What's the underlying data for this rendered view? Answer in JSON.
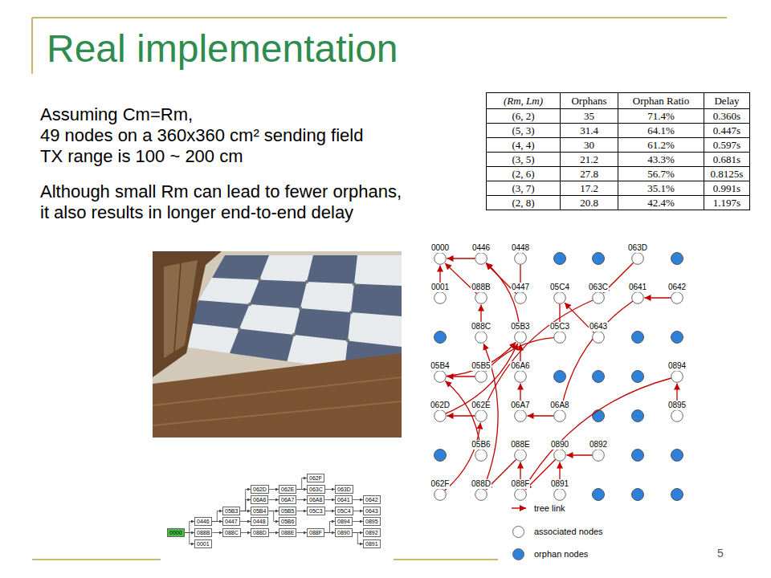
{
  "diagram": {
    "title": "Real implementation",
    "nodes": [
      {
        "text": [
          "0000"
        ]
      },
      {
        "text": [
          "0446"
        ]
      },
      {
        "text": [
          "0448"
        ]
      },
      {
        "text": [
          "063D"
        ]
      },
      {
        "text": [
          "0001"
        ]
      },
      {
        "text": [
          "088B"
        ]
      },
      {
        "text": [
          "0447"
        ]
      },
      {
        "text": [
          "05C4"
        ]
      },
      {
        "text": [
          "063C"
        ]
      },
      {
        "text": [
          "0641"
        ]
      },
      {
        "text": [
          "0642"
        ]
      },
      {
        "text": [
          "088C"
        ]
      },
      {
        "text": [
          "05B3"
        ]
      },
      {
        "text": [
          "05C3"
        ]
      },
      {
        "text": [
          "0643"
        ]
      },
      {
        "text": [
          "05B4"
        ]
      },
      {
        "text": [
          "05B5"
        ]
      },
      {
        "text": [
          "06A6"
        ]
      },
      {
        "text": [
          "0894"
        ]
      },
      {
        "text": [
          "062D"
        ]
      },
      {
        "text": [
          "062E"
        ]
      },
      {
        "text": [
          "06A7"
        ]
      },
      {
        "text": [
          "06A8"
        ]
      },
      {
        "text": [
          "0895"
        ]
      },
      {
        "text": [
          "05B6"
        ]
      },
      {
        "text": [
          "088E"
        ]
      },
      {
        "text": [
          "0890"
        ]
      },
      {
        "text": [
          "0892"
        ]
      },
      {
        "text": [
          "062F"
        ]
      },
      {
        "text": [
          "088D"
        ]
      },
      {
        "text": [
          "088F"
        ]
      },
      {
        "text": [
          "0891"
        ]
      },
      {
        "text": [
          "062F"
        ]
      },
      {
        "text": [
          "062D"
        ]
      },
      {
        "text": [
          "062E"
        ]
      },
      {
        "text": [
          "063C"
        ]
      },
      {
        "text": [
          "063D"
        ]
      },
      {
        "text": [
          "06A6"
        ]
      },
      {
        "text": [
          "06A7"
        ]
      },
      {
        "text": [
          "06A8"
        ]
      },
      {
        "text": [
          "0641"
        ]
      },
      {
        "text": [
          "0642"
        ]
      },
      {
        "text": [
          "05B3"
        ]
      },
      {
        "text": [
          "05B4"
        ]
      },
      {
        "text": [
          "05B5"
        ]
      },
      {
        "text": [
          "05C3"
        ]
      },
      {
        "text": [
          "05C4"
        ]
      },
      {
        "text": [
          "0643"
        ]
      },
      {
        "text": [
          "0446"
        ]
      },
      {
        "text": [
          "0447"
        ]
      },
      {
        "text": [
          "0448"
        ]
      },
      {
        "text": [
          "05B6"
        ]
      },
      {
        "text": [
          "0894"
        ]
      },
      {
        "text": [
          "0895"
        ]
      },
      {
        "text": [
          "0000"
        ]
      },
      {
        "text": [
          "088B"
        ]
      },
      {
        "text": [
          "088C"
        ]
      },
      {
        "text": [
          "088D"
        ]
      },
      {
        "text": [
          "088E"
        ]
      },
      {
        "text": [
          "088F"
        ]
      },
      {
        "text": [
          "0890"
        ]
      },
      {
        "text": [
          "0892"
        ]
      },
      {
        "text": [
          "0001"
        ]
      },
      {
        "text": [
          "0891"
        ]
      }
    ],
    "edges": [
      {
        "from": 1,
        "to": 0,
        "arrow": "to"
      },
      {
        "from": 5,
        "to": 0,
        "arrow": "to"
      },
      {
        "from": 4,
        "to": 0,
        "arrow": "to"
      },
      {
        "from": 12,
        "to": 1,
        "arrow": "to"
      },
      {
        "from": 6,
        "to": 1,
        "arrow": "to"
      },
      {
        "from": 19,
        "to": 12,
        "arrow": "to"
      },
      {
        "from": 17,
        "to": 12,
        "arrow": "to"
      },
      {
        "from": 15,
        "to": 12,
        "arrow": "to"
      },
      {
        "from": 2,
        "to": 6,
        "arrow": "to"
      },
      {
        "from": 11,
        "to": 5,
        "arrow": "to"
      },
      {
        "from": 29,
        "to": 11,
        "arrow": "to"
      },
      {
        "from": 25,
        "to": 29,
        "arrow": "to"
      },
      {
        "from": 30,
        "to": 25,
        "arrow": "to"
      },
      {
        "from": 26,
        "to": 30,
        "arrow": "to"
      },
      {
        "from": 27,
        "to": 26,
        "arrow": "to"
      },
      {
        "from": 31,
        "to": 26,
        "arrow": "to"
      },
      {
        "from": 20,
        "to": 19,
        "arrow": "to"
      },
      {
        "from": 8,
        "to": 20,
        "arrow": "to"
      },
      {
        "from": 3,
        "to": 8,
        "arrow": "to"
      },
      {
        "from": 28,
        "to": 20,
        "arrow": "to"
      },
      {
        "from": 21,
        "to": 17,
        "arrow": "to"
      },
      {
        "from": 22,
        "to": 21,
        "arrow": "to"
      },
      {
        "from": 9,
        "to": 22,
        "arrow": "to"
      },
      {
        "from": 10,
        "to": 9,
        "arrow": "to"
      },
      {
        "from": 16,
        "to": 15,
        "arrow": "to"
      },
      {
        "from": 13,
        "to": 16,
        "arrow": "to"
      },
      {
        "from": 7,
        "to": 13,
        "arrow": "to"
      },
      {
        "from": 14,
        "to": 7,
        "arrow": "to"
      },
      {
        "from": 24,
        "to": 15,
        "arrow": "to"
      },
      {
        "from": 18,
        "to": 30,
        "arrow": "to"
      },
      {
        "from": 23,
        "to": 18,
        "arrow": "to"
      },
      {
        "from": 54,
        "to": 48,
        "arrow": "to"
      },
      {
        "from": 54,
        "to": 55,
        "arrow": "to"
      },
      {
        "from": 54,
        "to": 62,
        "arrow": "to"
      },
      {
        "from": 48,
        "to": 42,
        "arrow": "to"
      },
      {
        "from": 48,
        "to": 49,
        "arrow": "to"
      },
      {
        "from": 42,
        "to": 33,
        "arrow": "to"
      },
      {
        "from": 42,
        "to": 37,
        "arrow": "to"
      },
      {
        "from": 42,
        "to": 43,
        "arrow": "to"
      },
      {
        "from": 49,
        "to": 50,
        "arrow": "to"
      },
      {
        "from": 55,
        "to": 56,
        "arrow": "to"
      },
      {
        "from": 56,
        "to": 57,
        "arrow": "to"
      },
      {
        "from": 57,
        "to": 58,
        "arrow": "to"
      },
      {
        "from": 58,
        "to": 59,
        "arrow": "to"
      },
      {
        "from": 59,
        "to": 60,
        "arrow": "to"
      },
      {
        "from": 60,
        "to": 61,
        "arrow": "to"
      },
      {
        "from": 60,
        "to": 63,
        "arrow": "to"
      },
      {
        "from": 33,
        "to": 34,
        "arrow": "to"
      },
      {
        "from": 34,
        "to": 35,
        "arrow": "to"
      },
      {
        "from": 35,
        "to": 36,
        "arrow": "to"
      },
      {
        "from": 34,
        "to": 32,
        "arrow": "to"
      },
      {
        "from": 37,
        "to": 38,
        "arrow": "to"
      },
      {
        "from": 38,
        "to": 39,
        "arrow": "to"
      },
      {
        "from": 39,
        "to": 40,
        "arrow": "to"
      },
      {
        "from": 40,
        "to": 41,
        "arrow": "to"
      },
      {
        "from": 43,
        "to": 44,
        "arrow": "to"
      },
      {
        "from": 44,
        "to": 45,
        "arrow": "to"
      },
      {
        "from": 45,
        "to": 46,
        "arrow": "to"
      },
      {
        "from": 46,
        "to": 47,
        "arrow": "to"
      },
      {
        "from": 43,
        "to": 51,
        "arrow": "to"
      },
      {
        "from": 59,
        "to": 52,
        "arrow": "to"
      },
      {
        "from": 52,
        "to": 53,
        "arrow": "to"
      }
    ],
    "labels": [
      "Assuming Cm=Rm,",
      "49 nodes on a 360x360 cm² sending field",
      "TX range is 100 ~ 200 cm",
      "Although small Rm can lead to fewer orphans, it also results in longer end-to-end delay",
      "(Rm, Lm)",
      "Orphans",
      "Orphan Ratio",
      "Delay",
      "(6, 2)",
      "35",
      "71.4%",
      "0.360s",
      "(5, 3)",
      "31.4",
      "64.1%",
      "0.447s",
      "(4, 4)",
      "30",
      "61.2%",
      "0.597s",
      "(3, 5)",
      "21.2",
      "43.3%",
      "0.681s",
      "(2, 6)",
      "27.8",
      "56.7%",
      "0.8125s",
      "(3, 7)",
      "17.2",
      "35.1%",
      "0.991s",
      "(2, 8)",
      "20.8",
      "42.4%",
      "1.197s",
      "5"
    ],
    "legend": [
      {
        "text": "tree link"
      },
      {
        "text": "associated nodes",
        "color": "#ffffff"
      },
      {
        "text": "orphan nodes",
        "color": "#2f80d8"
      }
    ]
  }
}
